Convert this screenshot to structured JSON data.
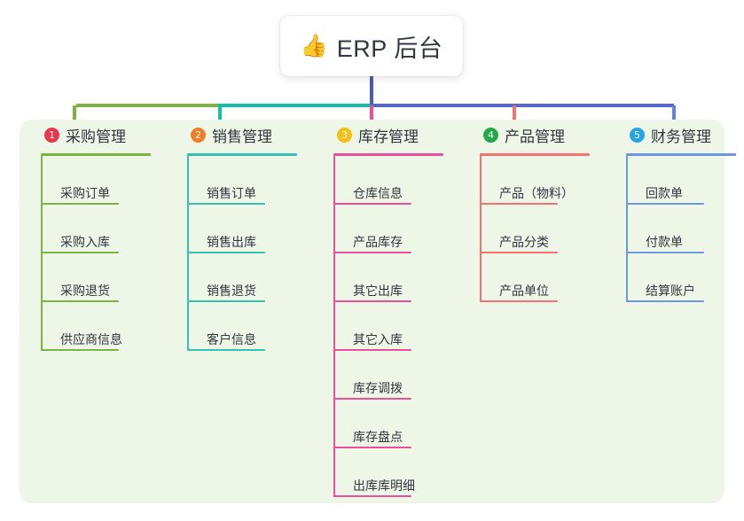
{
  "root": {
    "icon": "thumbs-up-icon",
    "icon_glyph": "👍",
    "title": "ERP 后台"
  },
  "colors": {
    "panel_background": "#eef7e7",
    "page_background": "#ffffff",
    "text": "#2f3640",
    "trunk": "#4759c4",
    "connector_segments": [
      "#7cb342",
      "#14c0a5",
      "#5566d6",
      "#5566d6"
    ],
    "drops": [
      "#7cb342",
      "#14c0a5",
      "#e8509a",
      "#f4736f",
      "#5b86d6"
    ]
  },
  "columns": [
    {
      "number": "1",
      "title": "采购管理",
      "badge_color": "#e8364f",
      "line_color": "#7cb342",
      "items": [
        {
          "label": "采购订单"
        },
        {
          "label": "采购入库"
        },
        {
          "label": "采购退货"
        },
        {
          "label": "供应商信息"
        }
      ]
    },
    {
      "number": "2",
      "title": "销售管理",
      "badge_color": "#f07d27",
      "line_color": "#35c1ad",
      "items": [
        {
          "label": "销售订单"
        },
        {
          "label": "销售出库"
        },
        {
          "label": "销售退货"
        },
        {
          "label": "客户信息"
        }
      ]
    },
    {
      "number": "3",
      "title": "库存管理",
      "badge_color": "#f5c013",
      "line_color": "#e8509a",
      "items": [
        {
          "label": "仓库信息"
        },
        {
          "label": "产品库存"
        },
        {
          "label": "其它出库"
        },
        {
          "label": "其它入库"
        },
        {
          "label": "库存调拨"
        },
        {
          "label": "库存盘点"
        },
        {
          "label": "出库库明细"
        }
      ]
    },
    {
      "number": "4",
      "title": "产品管理",
      "badge_color": "#23a94c",
      "line_color": "#f4736f",
      "items": [
        {
          "label": "产品（物料）"
        },
        {
          "label": "产品分类"
        },
        {
          "label": "产品单位"
        }
      ]
    },
    {
      "number": "5",
      "title": "财务管理",
      "badge_color": "#26a5e0",
      "line_color": "#6e98dd",
      "items": [
        {
          "label": "回款单"
        },
        {
          "label": "付款单"
        },
        {
          "label": "结算账户"
        }
      ]
    }
  ]
}
